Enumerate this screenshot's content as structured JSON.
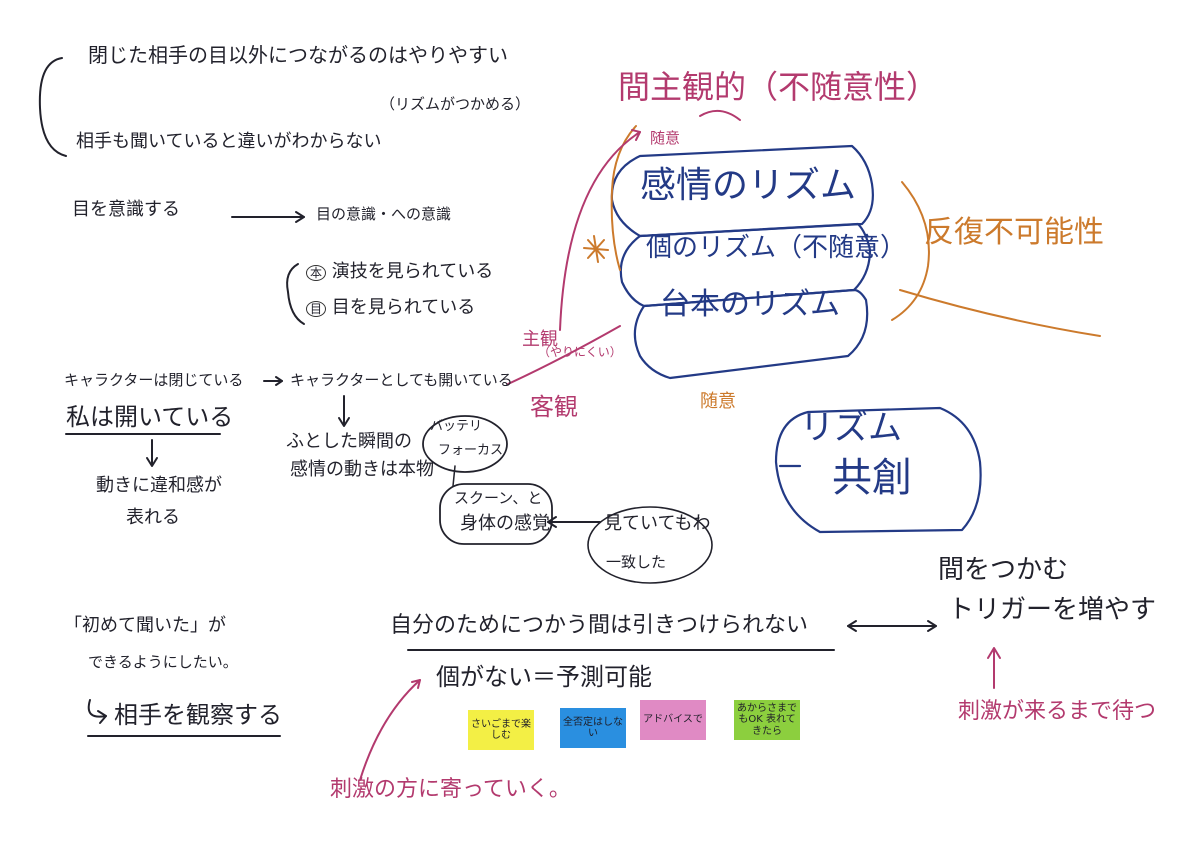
{
  "colors": {
    "ink_black": "#22222c",
    "ink_magenta": "#b33a6e",
    "ink_orange": "#cc7a2c",
    "ink_blue": "#233a86",
    "sticky_yellow": "#f3ef45",
    "sticky_blue": "#2a8fe0",
    "sticky_pink": "#e08ac4",
    "sticky_green": "#8ccf3e"
  },
  "top_left": {
    "line1": "閉じた相手の目以外につながるのはやりやすい",
    "line1_sub": "（リズムがつかめる）",
    "line2": "相手も聞いていると違いがわからない"
  },
  "eye_section": {
    "left": "目を意識する",
    "right": "目の意識・への意識",
    "item1_circle": "本",
    "item1": "演技を見られている",
    "item2_circle": "目",
    "item2": "目を見られている"
  },
  "character_section": {
    "left_line1": "キャラクターは閉じている",
    "right_line1": "キャラクターとしても開いている",
    "left_line2": "私は開いている",
    "left_result_line1": "動きに違和感が",
    "left_result_line2": "表れる",
    "right_result_line1": "ふとした瞬間の",
    "right_result_line2": "感情の動きは本物",
    "bubble1_line1": "バッテリ",
    "bubble1_line2": "フォーカス",
    "bubble2_line1": "スクーン、と",
    "bubble2_line2": "身体の感覚",
    "seen_line1": "見ていてもわ",
    "seen_line2": "一致した"
  },
  "bottom_left": {
    "line1": "「初めて聞いた」が",
    "line2": "できるようにしたい。",
    "result": "相手を観察する"
  },
  "right_diagram": {
    "top_label": "間主観的（不随意性）",
    "sub_label": "随意",
    "layer1": "感情のリズム",
    "layer2": "個のリズム（不随意）",
    "layer3": "台本のリズム",
    "right_label": "反復不可能性",
    "left_label_line1": "主観",
    "left_label_line2": "（やりにくい）",
    "objective": "客観",
    "voluntary": "随意",
    "star": "✱",
    "kyoso_line1": "リズム",
    "kyoso_line2": "共創"
  },
  "bottom_center": {
    "main_line": "自分のためにつかう間は引きつけられない",
    "sub_line": "個がない＝予測可能",
    "stickies": [
      "さいごまで楽しむ",
      "全否定はしない",
      "アドバイスで",
      "あからさまでもOK 表れてきたら"
    ],
    "magenta_bottom": "刺激の方に寄っていく。"
  },
  "bottom_right": {
    "line1": "間をつかむ",
    "line2": "トリガーを増やす",
    "magenta": "刺激が来るまで待つ"
  }
}
